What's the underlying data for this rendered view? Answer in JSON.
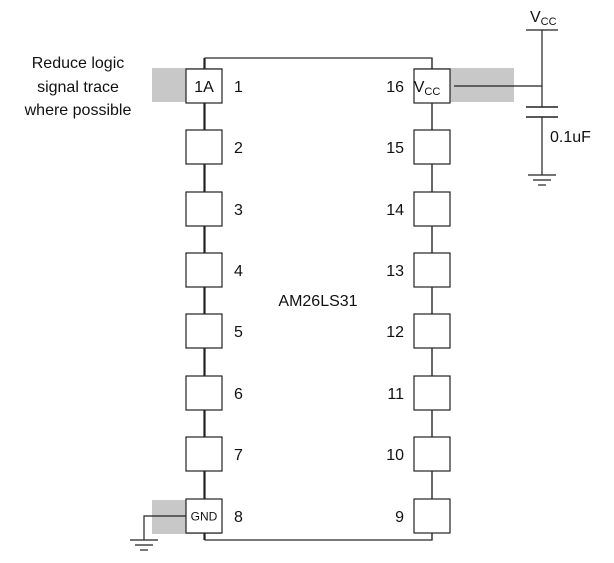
{
  "note": {
    "lines": [
      "Reduce logic",
      "signal trace",
      "where possible"
    ]
  },
  "chip": {
    "part_number": "AM26LS31",
    "left_pins": [
      {
        "number": "1",
        "label": "1A"
      },
      {
        "number": "2",
        "label": ""
      },
      {
        "number": "3",
        "label": ""
      },
      {
        "number": "4",
        "label": ""
      },
      {
        "number": "5",
        "label": ""
      },
      {
        "number": "6",
        "label": ""
      },
      {
        "number": "7",
        "label": ""
      },
      {
        "number": "8",
        "label": "GND"
      }
    ],
    "right_pins": [
      {
        "number": "16",
        "label": "V",
        "sub": "CC"
      },
      {
        "number": "15",
        "label": ""
      },
      {
        "number": "14",
        "label": ""
      },
      {
        "number": "13",
        "label": ""
      },
      {
        "number": "12",
        "label": ""
      },
      {
        "number": "11",
        "label": ""
      },
      {
        "number": "10",
        "label": ""
      },
      {
        "number": "9",
        "label": ""
      }
    ]
  },
  "supply": {
    "label": "V",
    "sub": "CC"
  },
  "capacitor": {
    "value": "0.1uF"
  },
  "colors": {
    "highlight": "#c8c8c8",
    "line": "#222222"
  }
}
